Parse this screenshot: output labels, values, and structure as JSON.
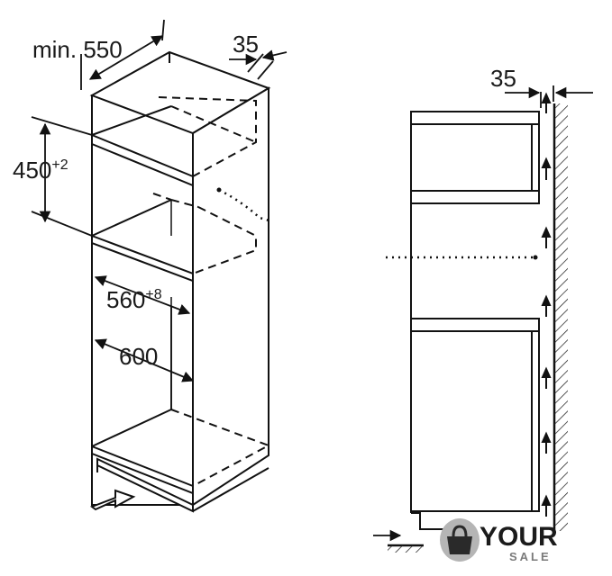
{
  "dimensions": {
    "depth": "min. 550",
    "depth_gap_left": "35",
    "niche_height_value": "450",
    "niche_height_tolerance": "+2",
    "inner_width_value": "560",
    "inner_width_tolerance": "+8",
    "cabinet_width": "600",
    "wall_gap_right": "35"
  },
  "logo": {
    "word_main": "YOUR",
    "word_sub": "SALE"
  }
}
